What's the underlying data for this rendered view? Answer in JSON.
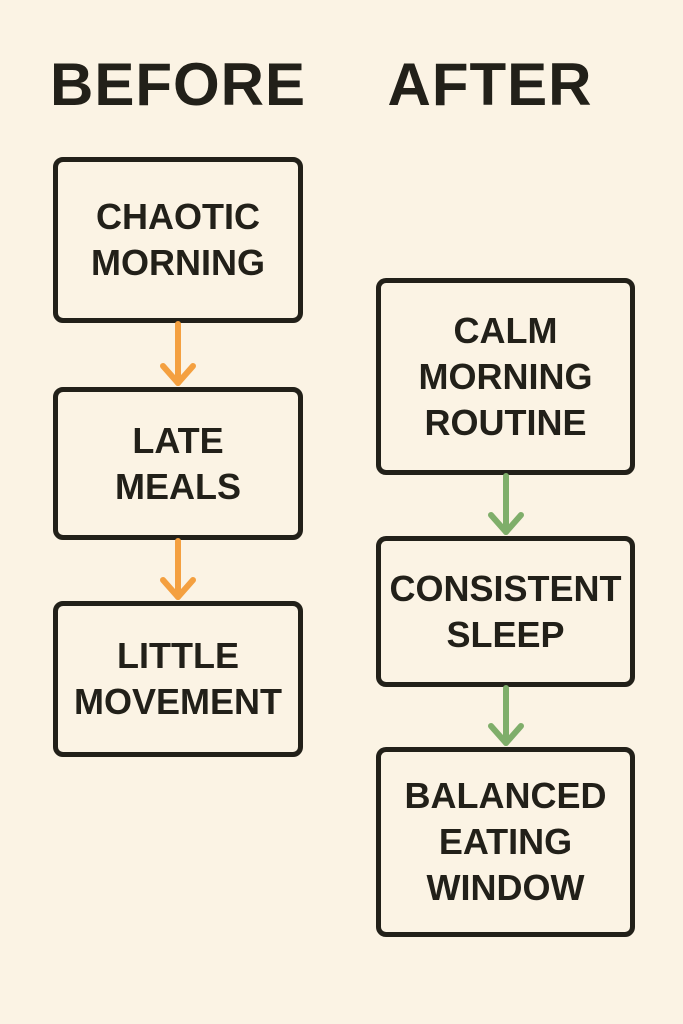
{
  "colors": {
    "background": "#fbf3e4",
    "ink": "#222019",
    "before_arrow": "#f4a040",
    "after_arrow": "#7fae6a"
  },
  "before": {
    "title": "BEFORE",
    "steps": [
      {
        "lines": [
          "CHAOTIC",
          "MORNING"
        ]
      },
      {
        "lines": [
          "LATE",
          "MEALS"
        ]
      },
      {
        "lines": [
          "LITTLE",
          "MOVEMENT"
        ]
      }
    ]
  },
  "after": {
    "title": "AFTER",
    "steps": [
      {
        "lines": [
          "CALM",
          "MORNING",
          "ROUTINE"
        ]
      },
      {
        "lines": [
          "CONSISTENT",
          "SLEEP"
        ]
      },
      {
        "lines": [
          "BALANCED",
          "EATING",
          "WINDOW"
        ]
      }
    ]
  }
}
